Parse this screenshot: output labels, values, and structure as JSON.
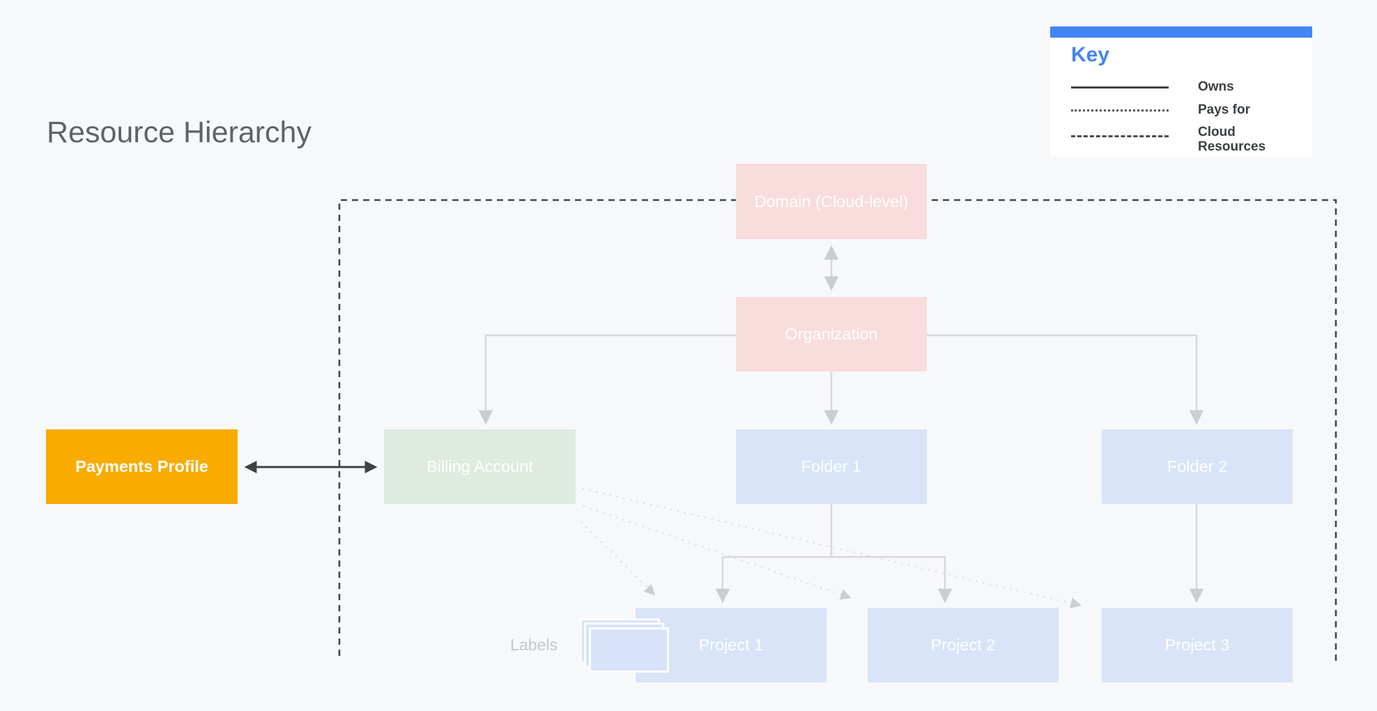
{
  "title": "Resource Hierarchy",
  "legend": {
    "heading": "Key",
    "items": [
      {
        "line_style": "solid",
        "label": "Owns"
      },
      {
        "line_style": "dotted",
        "label": "Pays for"
      },
      {
        "line_style": "dashed",
        "label": "Cloud Resources"
      }
    ]
  },
  "nodes": {
    "domain": {
      "label": "Domain (Cloud-level)",
      "color": "#F9DCDC"
    },
    "organization": {
      "label": "Organization",
      "color": "#F9DCDC"
    },
    "payments_profile": {
      "label": "Payments Profile",
      "color": "#F9AB00"
    },
    "billing_account": {
      "label": "Billing Account",
      "color": "#DEEBDE"
    },
    "folder_1": {
      "label": "Folder 1",
      "color": "#D9E4F9"
    },
    "folder_2": {
      "label": "Folder 2",
      "color": "#D9E4F9"
    },
    "project_1": {
      "label": "Project 1",
      "color": "#D9E4F9"
    },
    "project_2": {
      "label": "Project 2",
      "color": "#D9E4F9"
    },
    "project_3": {
      "label": "Project 3",
      "color": "#D9E4F9"
    }
  },
  "annotations": {
    "labels_caption": "Labels"
  },
  "edges": [
    {
      "from": "domain",
      "to": "organization",
      "type": "owns",
      "bidirectional": true
    },
    {
      "from": "organization",
      "to": "billing_account",
      "type": "owns"
    },
    {
      "from": "organization",
      "to": "folder_1",
      "type": "owns"
    },
    {
      "from": "organization",
      "to": "folder_2",
      "type": "owns"
    },
    {
      "from": "folder_1",
      "to": "project_1",
      "type": "owns"
    },
    {
      "from": "folder_1",
      "to": "project_2",
      "type": "owns"
    },
    {
      "from": "folder_2",
      "to": "project_3",
      "type": "owns"
    },
    {
      "from": "payments_profile",
      "to": "billing_account",
      "type": "owns",
      "bidirectional": true
    },
    {
      "from": "billing_account",
      "to": "project_1",
      "type": "pays_for"
    },
    {
      "from": "billing_account",
      "to": "project_2",
      "type": "pays_for"
    },
    {
      "from": "billing_account",
      "to": "project_3",
      "type": "pays_for"
    }
  ],
  "colors": {
    "background": "#F7F8FA",
    "accent_blue": "#4285F4",
    "connector_gray": "#D7D9DC",
    "dark_line": "#3F4245",
    "title_gray": "#5F6368"
  }
}
